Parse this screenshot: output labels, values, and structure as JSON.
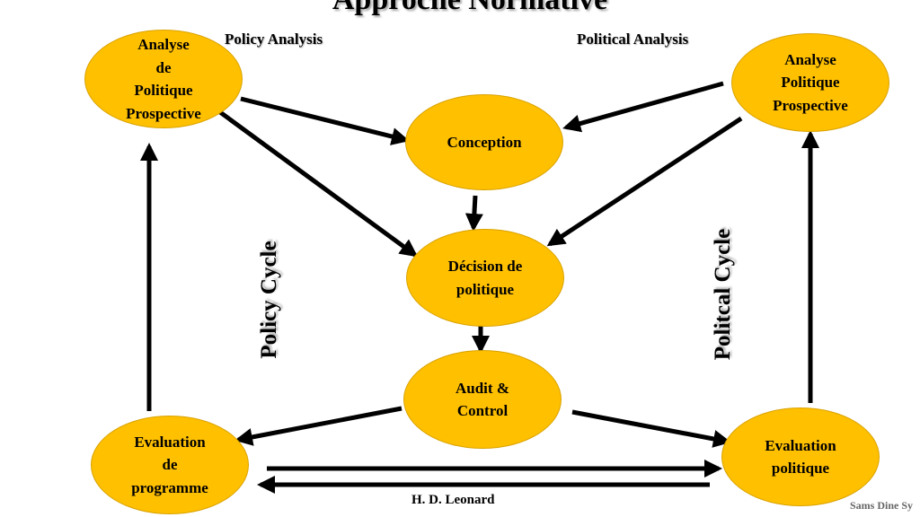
{
  "title": "Approche Normative",
  "labels": {
    "policy_analysis": "Policy Analysis",
    "political_analysis": "Political Analysis",
    "policy_cycle": "Policy Cycle",
    "political_cycle": "Politcal Cycle",
    "credit": "H. D. Leonard",
    "watermark": "Sams Dine Sy"
  },
  "nodes": {
    "analyse_left": [
      "Analyse",
      "de",
      "Politique",
      "Prospective"
    ],
    "analyse_right": [
      "Analyse",
      "Politique",
      "Prospective"
    ],
    "conception": [
      "Conception"
    ],
    "decision": [
      "Décision de",
      "politique"
    ],
    "audit": [
      "Audit &",
      "Control"
    ],
    "eval_programme": [
      "Evaluation",
      "de",
      "programme"
    ],
    "eval_politique": [
      "Evaluation",
      "politique"
    ]
  },
  "colors": {
    "node_fill": "#FFC000",
    "arrow": "#000000"
  }
}
